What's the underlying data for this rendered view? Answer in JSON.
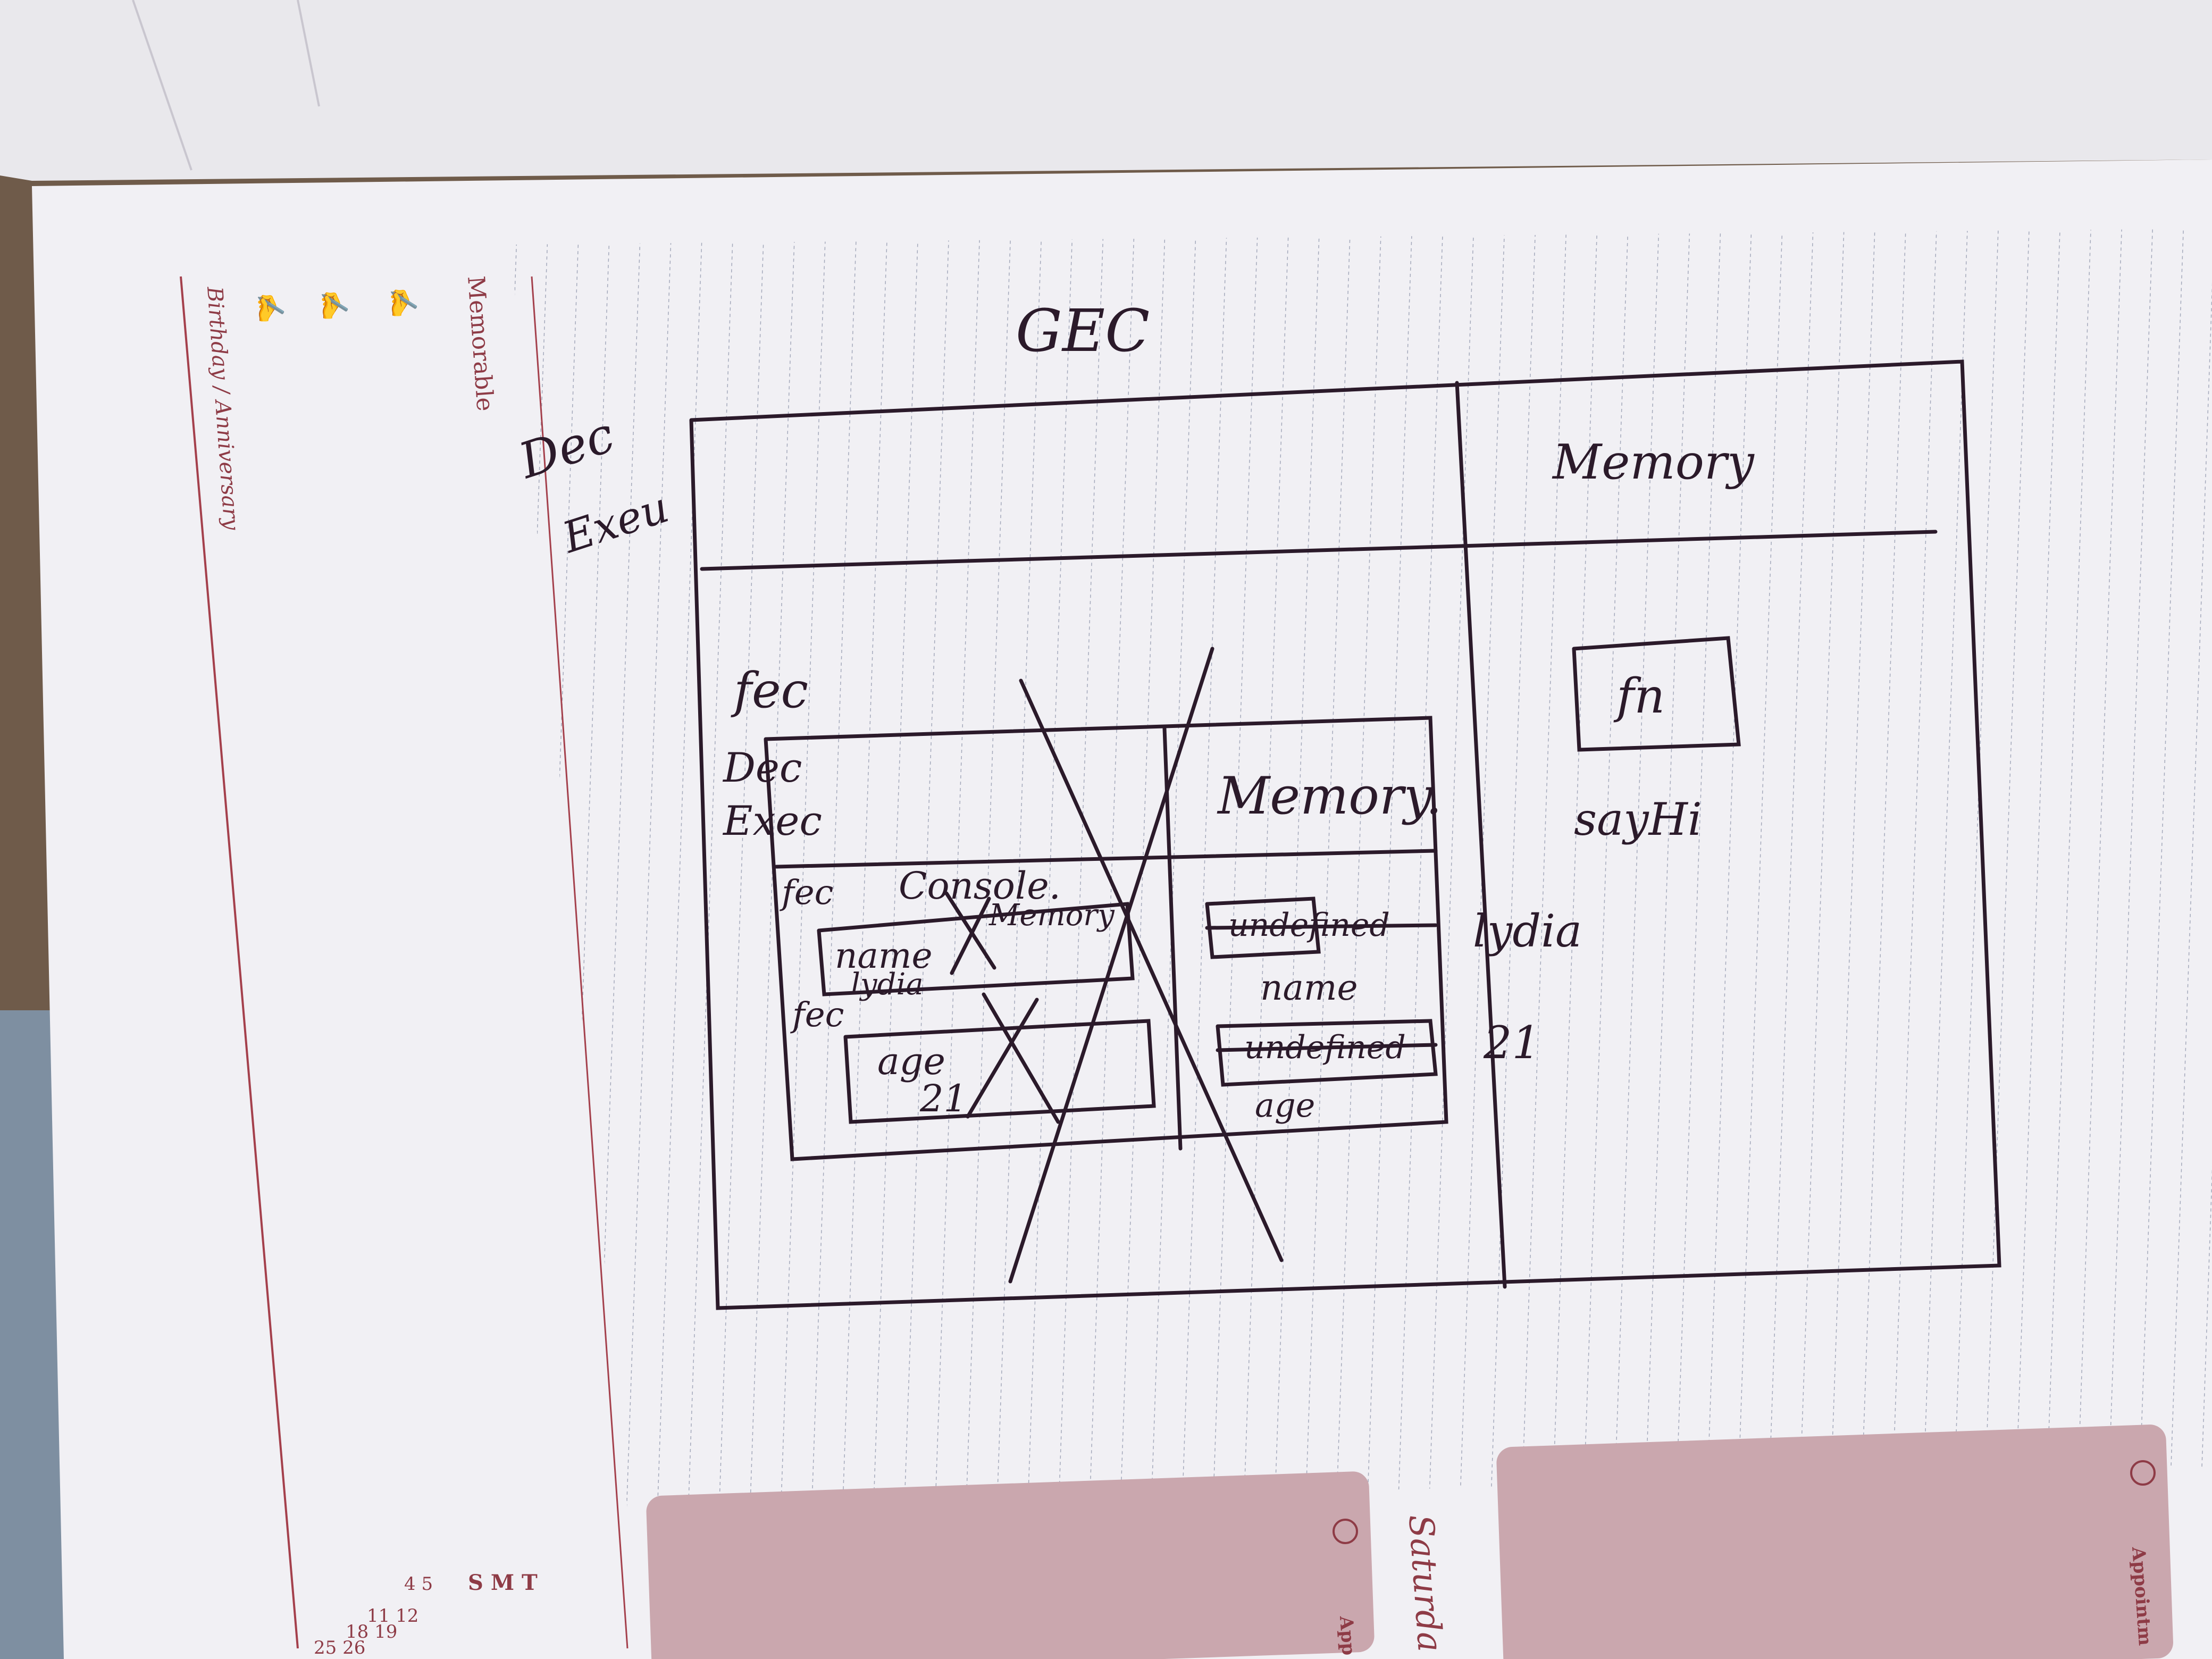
{
  "image": {
    "kind": "photo of handwritten notebook page",
    "colors": {
      "paper": "#f1f0f4",
      "rule": "#9aa0b4",
      "margin": "#a4404c",
      "ink": "#2b1a2a",
      "pink_box": "#caa7ae"
    }
  },
  "printed": {
    "sidebar_title": "Memorable",
    "sidebar_footer": "Birthday / Anniversary",
    "day_label": "Saturda",
    "appointment_label_bottom": "App",
    "appointment_label_right": "Appointm",
    "calendar_header": "S M T",
    "calendar_rows": [
      "4  5",
      "11 12",
      "18 19",
      "25 26"
    ]
  },
  "handwriting": {
    "top_title": "GEC",
    "outer_decl": "Dec",
    "outer_exec": "Exeu",
    "outer_memory": "Memory",
    "fn_box": "fn",
    "fn_label": "sayHi",
    "fec_1": "fec",
    "inner_decl": "Dec",
    "inner_exec": "Exec",
    "inner_memory": "Memory.",
    "fec_2": "fec",
    "console": "Console.",
    "deep_memory": "Memory",
    "deep_name": "name",
    "deep_name_val": "lydia",
    "fec_3": "fec",
    "deep_age": "age",
    "deep_age_val": "21",
    "mem_undefined_1": "undefined",
    "mem_name": "name",
    "mem_val_lydia": "lydia",
    "mem_undefined_2": "undefined",
    "mem_age": "age",
    "mem_val_21": "21"
  }
}
